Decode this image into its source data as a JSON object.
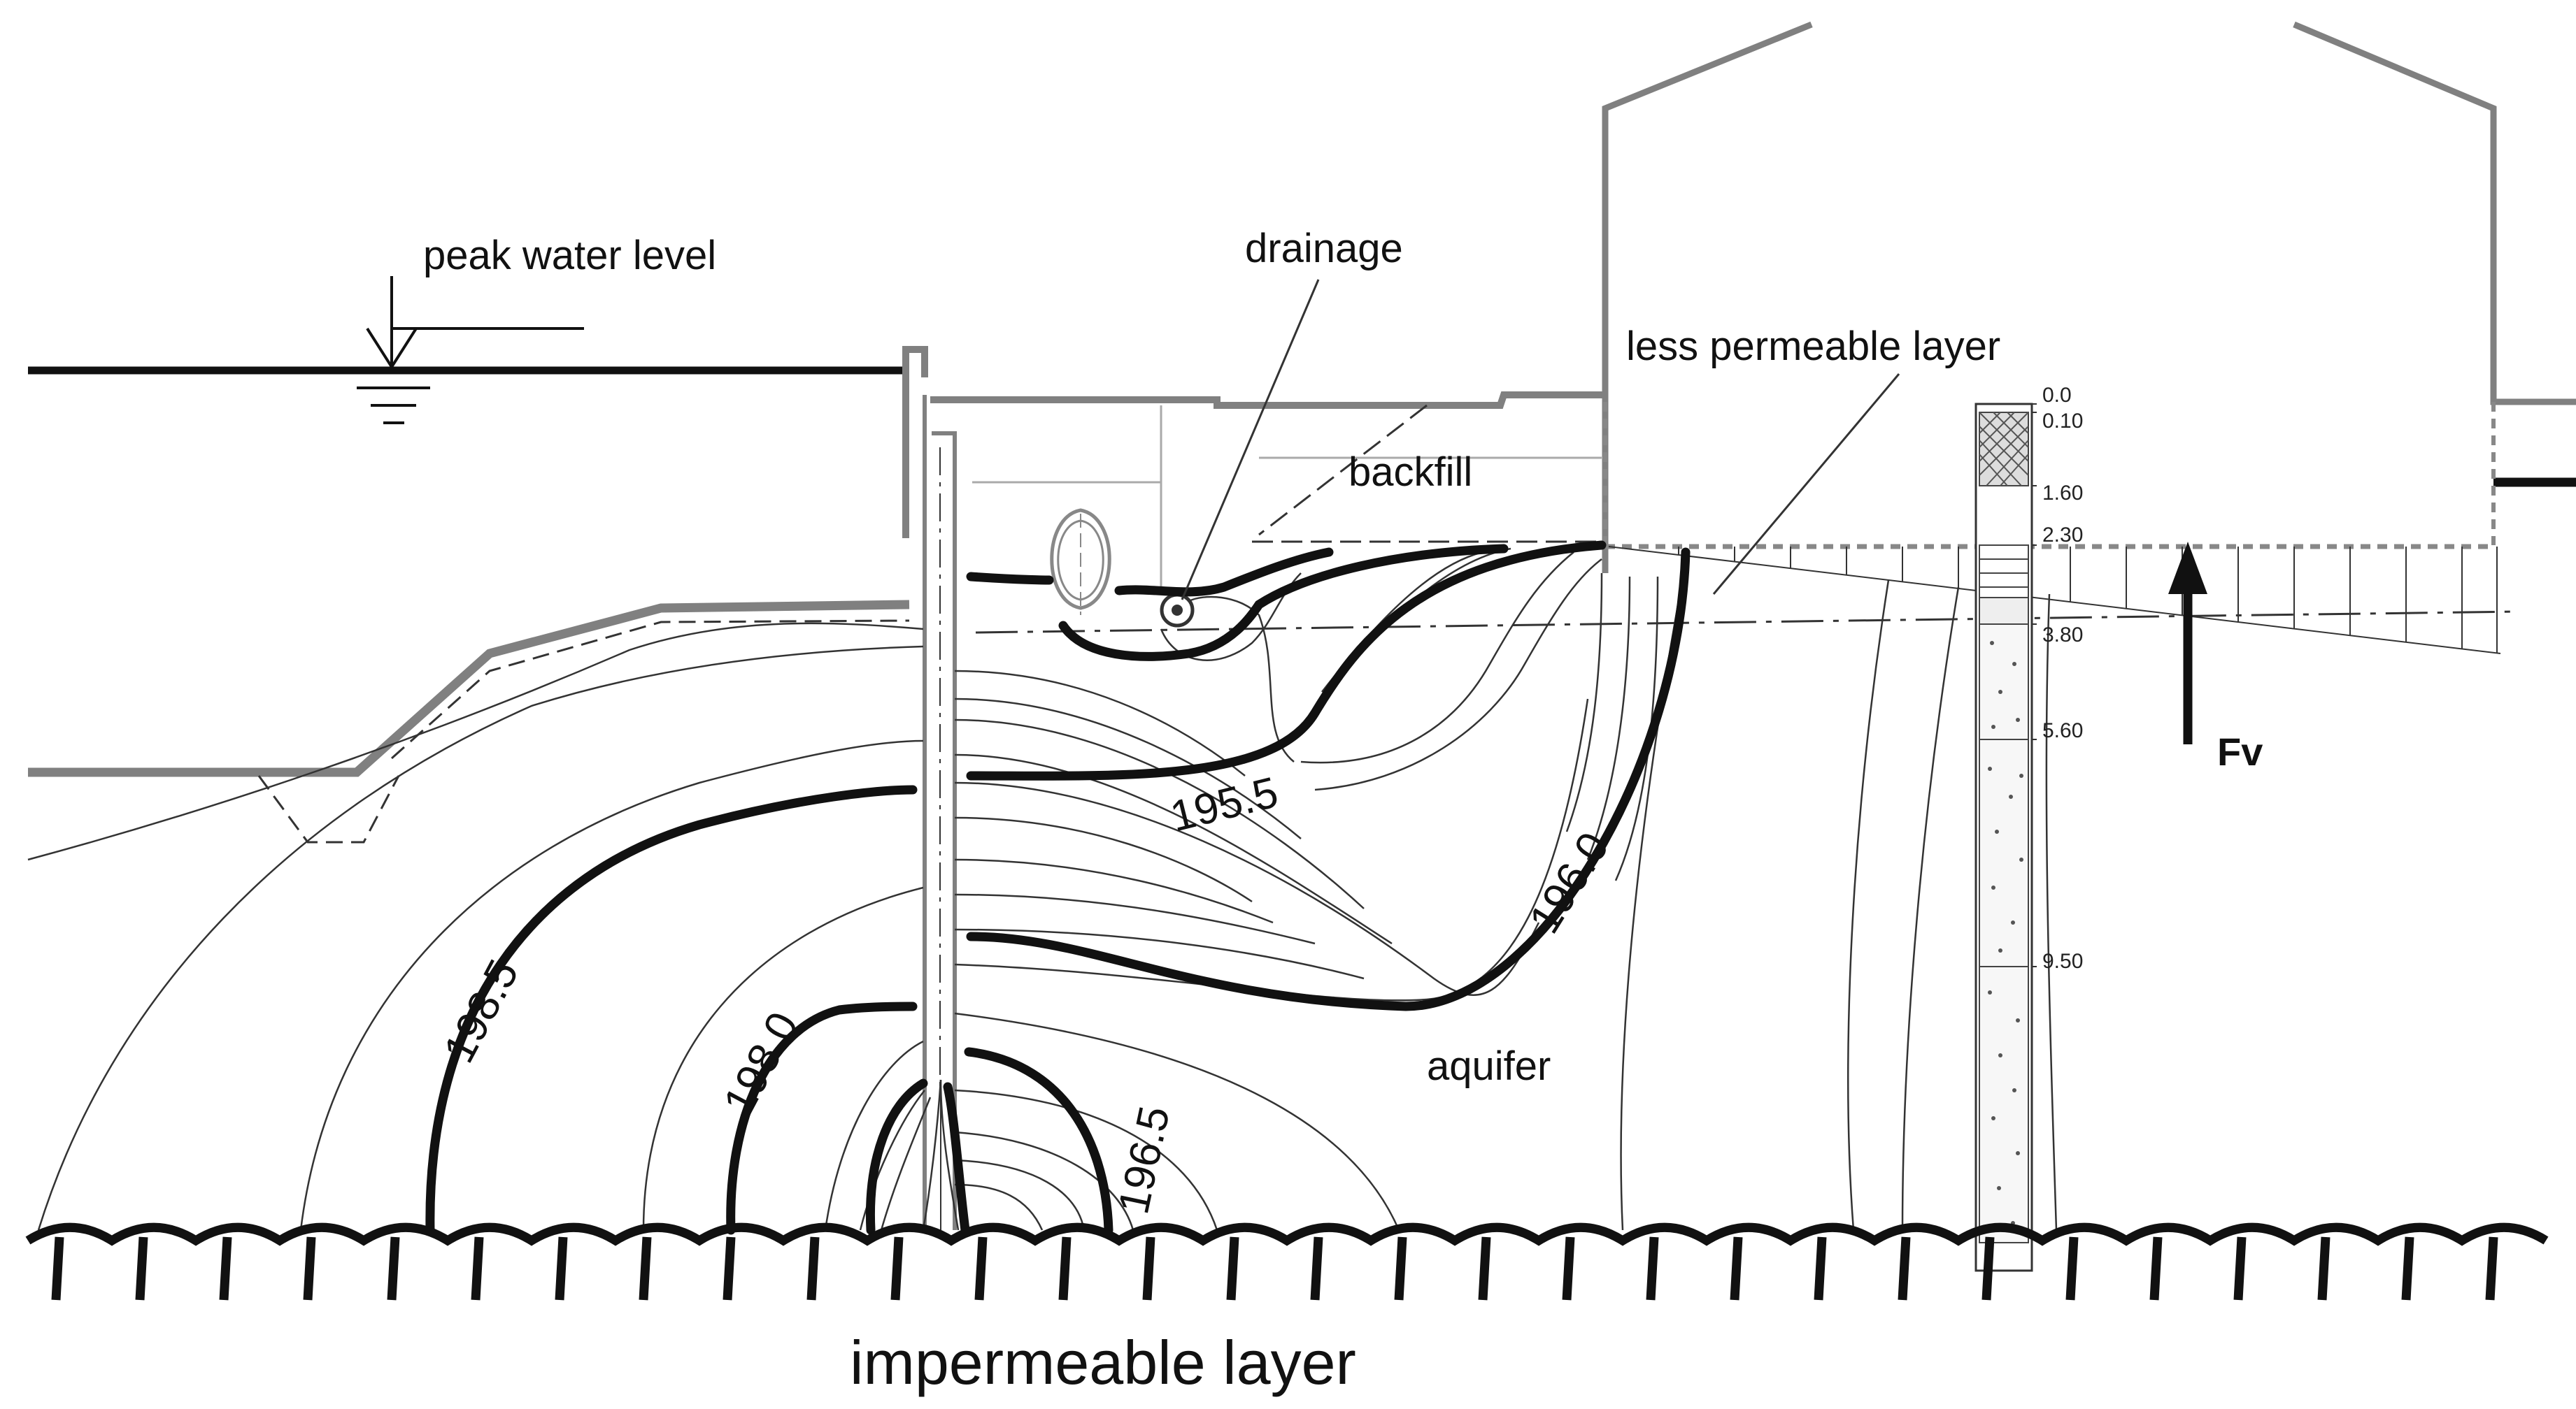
{
  "labels": {
    "peak_water_level": "peak water level",
    "drainage": "drainage",
    "less_permeable_layer": "less permeable layer",
    "backfill": "backfill",
    "aquifer": "aquifer",
    "impermeable_layer": "impermeable layer",
    "force": "Fv"
  },
  "contours": {
    "c1985": "198.5",
    "c1980": "198.0",
    "c1965": "196.5",
    "c1960": "196.0",
    "c1955": "195.5"
  },
  "borehole_depths": [
    "0.0",
    "0.10",
    "1.60",
    "2.30",
    "3.80",
    "5.60",
    "9.50"
  ],
  "colors": {
    "ink": "#111111",
    "structure_gray": "#808080",
    "thin_line": "#333333"
  }
}
